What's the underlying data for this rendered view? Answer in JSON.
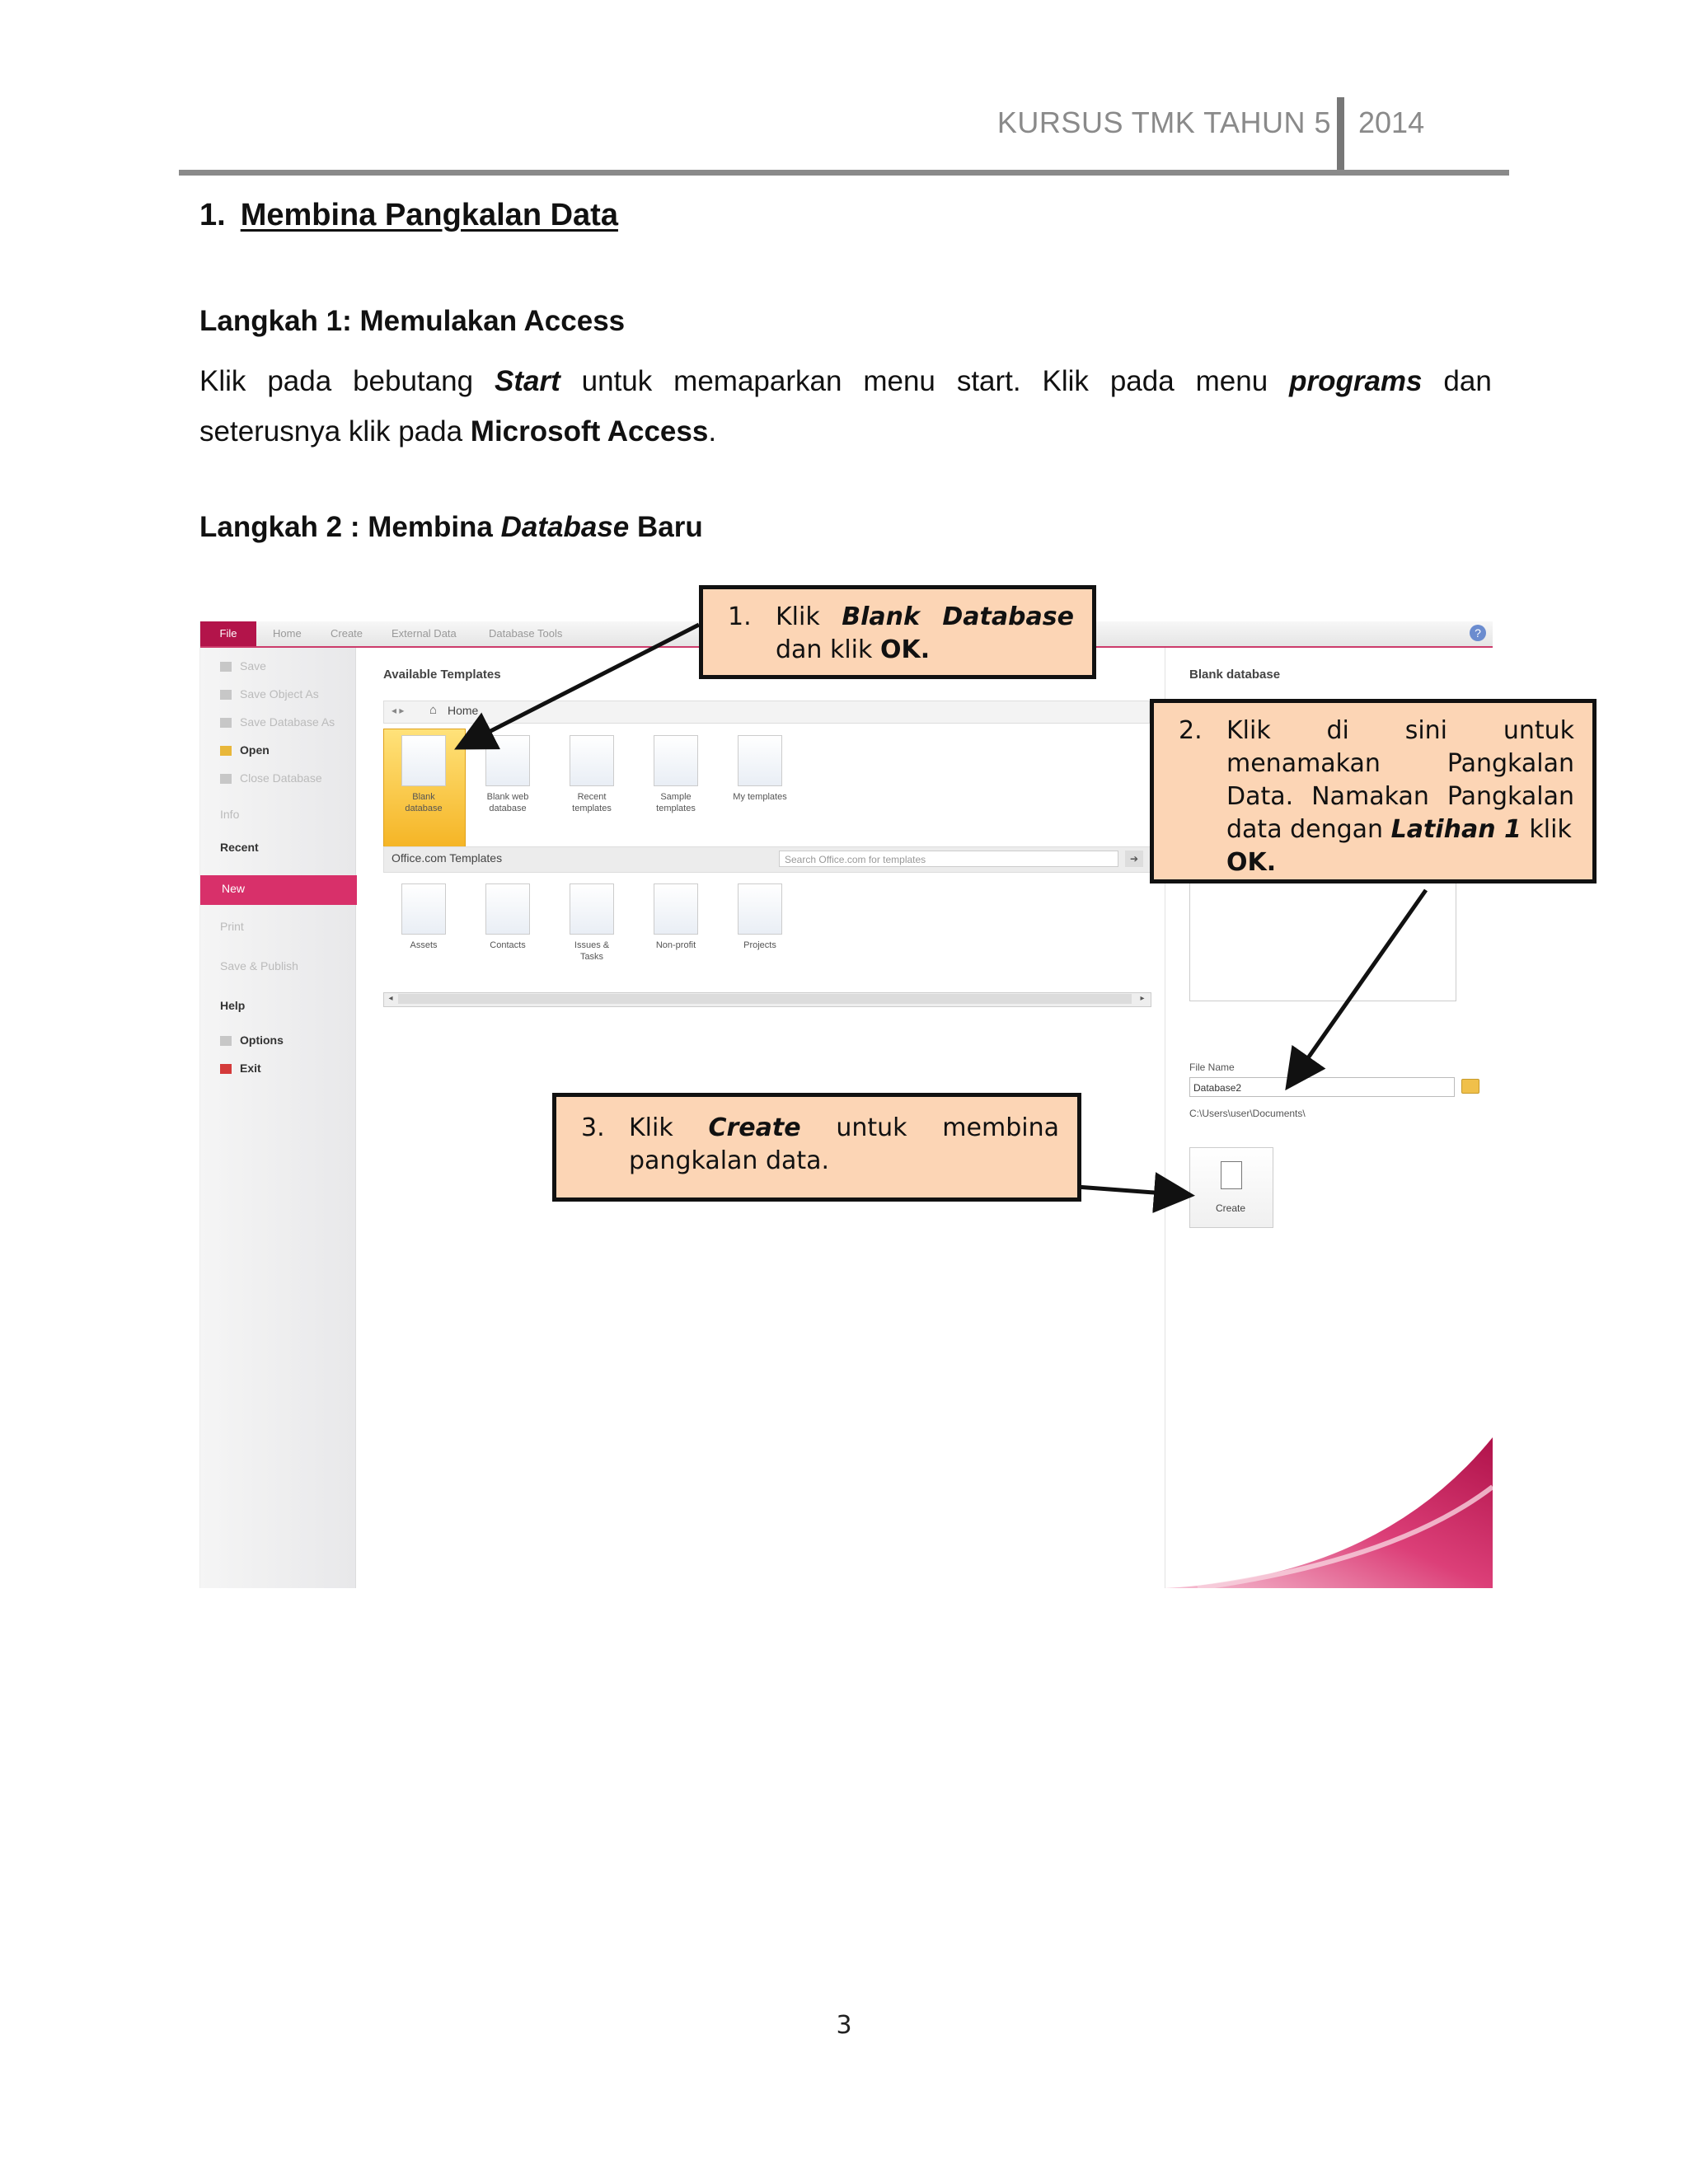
{
  "header": {
    "course": "KURSUS TMK TAHUN 5",
    "year": "2014"
  },
  "section": {
    "number": "1.",
    "title": "Membina Pangkalan Data"
  },
  "step1": {
    "heading": "Langkah 1: Memulakan Access",
    "p1": "Klik",
    "p2": "pada",
    "p3": "bebutang",
    "p4": "Start",
    "p5": "untuk",
    "p6": "memaparkan",
    "p7": "menu",
    "p8": "start.",
    "p9": "Klik",
    "p10": "pada",
    "p11": "menu",
    "p12": "programs",
    "p13": "dan",
    "line2_pre": "seterusnya klik pada ",
    "line2_bold": "Microsoft Access",
    "line2_post": "."
  },
  "step2": {
    "heading_pre": "Langkah 2 : Membina ",
    "heading_italic": "Database",
    "heading_post": " Baru"
  },
  "screenshot": {
    "ribbon": {
      "file": "File",
      "tabs": [
        "Home",
        "Create",
        "External Data",
        "Database Tools"
      ],
      "help": "?"
    },
    "backstage": [
      "Save",
      "Save Object As",
      "Save Database As",
      "Open",
      "Close Database",
      "Info",
      "Recent",
      "New",
      "Print",
      "Save & Publish",
      "Help",
      "Options",
      "Exit"
    ],
    "available_templates": "Available Templates",
    "home_crumb": "Home",
    "templates": [
      {
        "l1": "Blank",
        "l2": "database"
      },
      {
        "l1": "Blank web",
        "l2": "database"
      },
      {
        "l1": "Recent",
        "l2": "templates"
      },
      {
        "l1": "Sample",
        "l2": "templates"
      },
      {
        "l1": "My templates",
        "l2": ""
      }
    ],
    "office_templates": "Office.com Templates",
    "search_placeholder": "Search Office.com for templates",
    "office_items": [
      {
        "l1": "Assets",
        "l2": ""
      },
      {
        "l1": "Contacts",
        "l2": ""
      },
      {
        "l1": "Issues &",
        "l2": "Tasks"
      },
      {
        "l1": "Non-profit",
        "l2": ""
      },
      {
        "l1": "Projects",
        "l2": ""
      }
    ],
    "right_panel": {
      "title": "Blank database",
      "file_name_label": "File Name",
      "file_name_value": "Database2",
      "path": "C:\\Users\\user\\Documents\\",
      "create": "Create"
    }
  },
  "callouts": {
    "c1": {
      "num": "1.",
      "t1": "Klik",
      "t2": "Blank Database",
      "t3": "dan klik ",
      "t4": "OK",
      "t5": "."
    },
    "c2": {
      "num": "2.",
      "t1": "Klik di sini untuk menamakan Pangkalan Data. Namakan Pangkalan",
      "t2": "data dengan ",
      "t3": "Latihan 1",
      "t4": " klik ",
      "t5": "OK",
      "t6": "."
    },
    "c3": {
      "num": "3.",
      "t1": "Klik",
      "t2": "Create",
      "t3": "untuk membina",
      "t4": "pangkalan data."
    }
  },
  "page_number": "3"
}
